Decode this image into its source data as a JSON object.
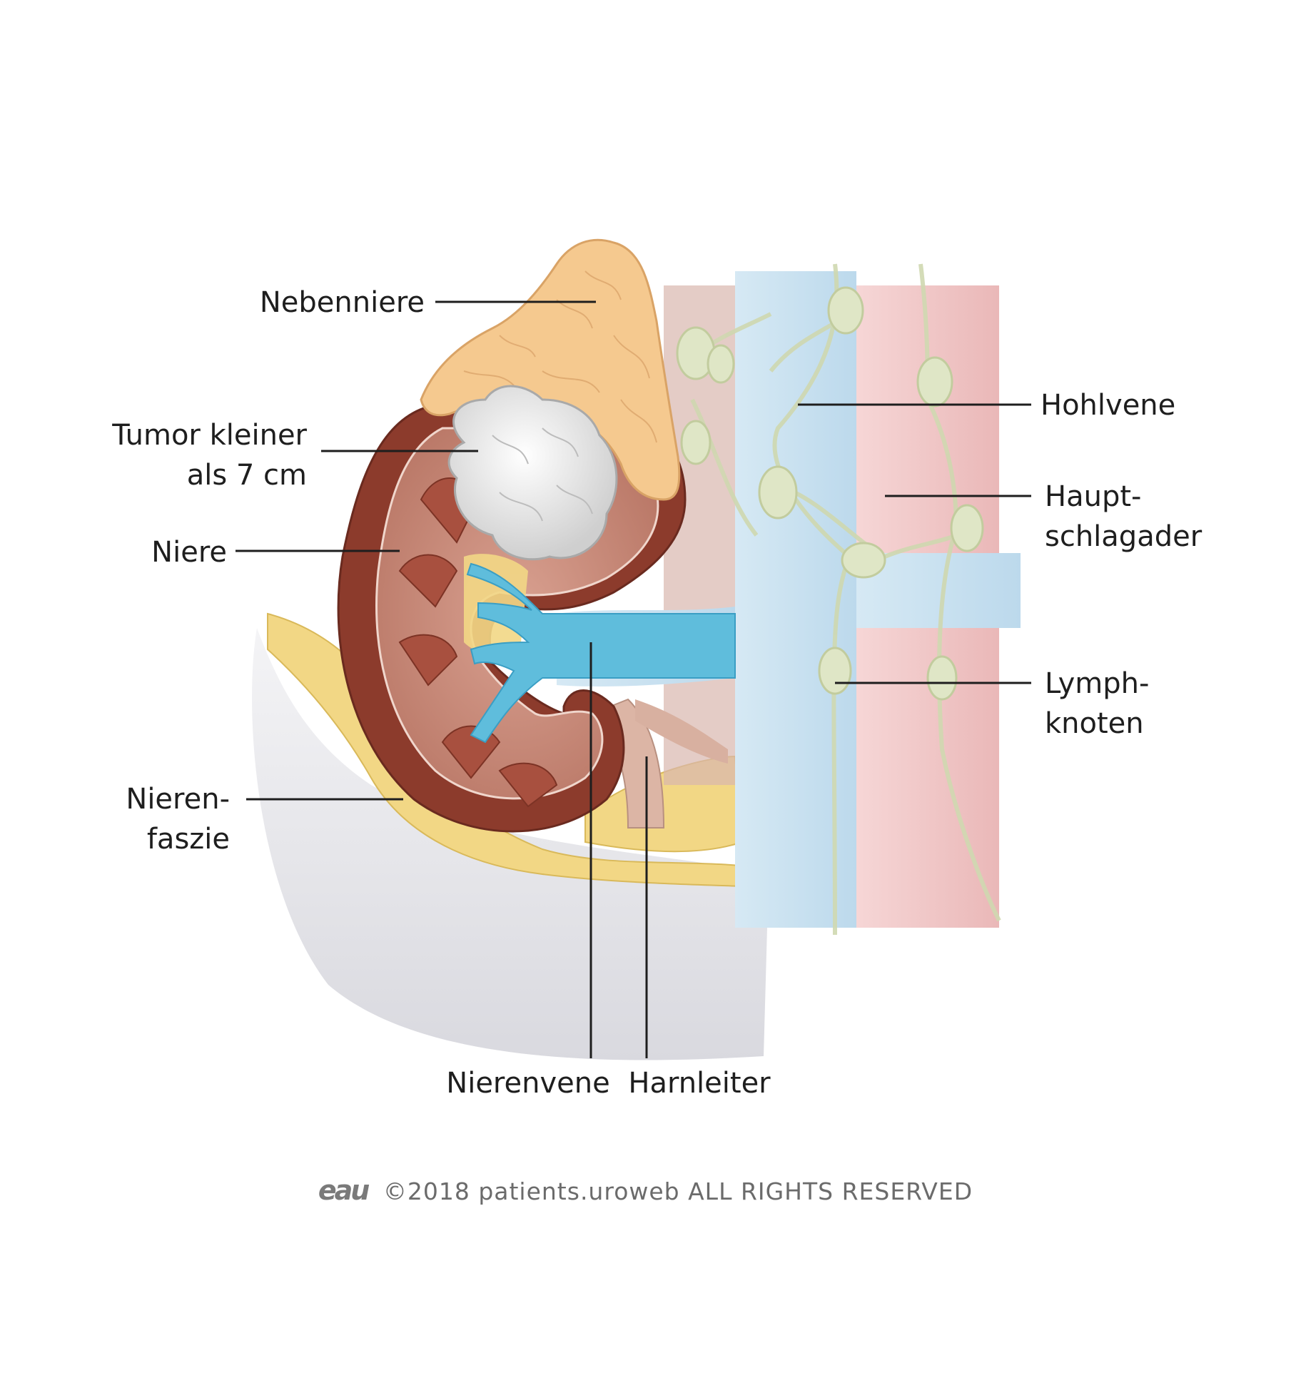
{
  "labels": {
    "nebenniere": "Nebenniere",
    "tumor_line1": "Tumor kleiner",
    "tumor_line2": "als 7 cm",
    "niere": "Niere",
    "nierenfaszie_line1": "Nieren-",
    "nierenfaszie_line2": "faszie",
    "nierenvene": "Nierenvene",
    "harnleiter": "Harnleiter",
    "hohlvene": "Hohlvene",
    "hauptschlagader_line1": "Haupt-",
    "hauptschlagader_line2": "schlagader",
    "lymphknoten_line1": "Lymph-",
    "lymphknoten_line2": "knoten"
  },
  "footer": {
    "logo": "eau",
    "text": "©2018 patients.uroweb ALL RIGHTS RESERVED"
  },
  "colors": {
    "fat": "#f2d785",
    "adrenal": "#f5c98f",
    "kidney_cortex": "#8c3b2c",
    "kidney_inner": "#c98a78",
    "tumor": "#ececec",
    "vein": "#6cc4e0",
    "vena_cava": "#cfe4f0",
    "aorta": "#f0c8c8",
    "lymph": "#dfe6c6",
    "ureter": "#d9b3a3"
  }
}
